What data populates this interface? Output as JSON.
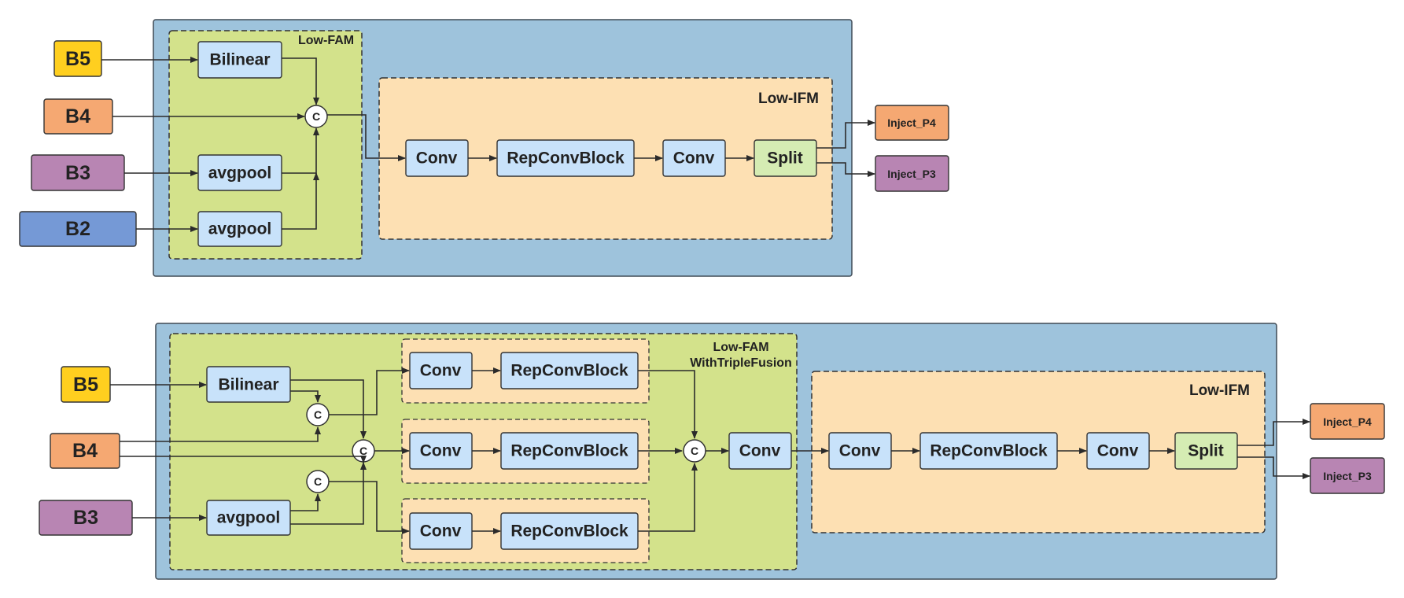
{
  "colors": {
    "b5": "#ffcf1f",
    "b4": "#f5a872",
    "b3": "#b885b3",
    "b2": "#7599d6",
    "inject_p4": "#f5a872",
    "inject_p3": "#b885b3"
  },
  "top": {
    "fam_label": "Low-FAM",
    "ifm_label": "Low-IFM",
    "inputs": {
      "b5": "B5",
      "b4": "B4",
      "b3": "B3",
      "b2": "B2"
    },
    "bilinear": "Bilinear",
    "avgpool_1": "avgpool",
    "avgpool_2": "avgpool",
    "concat": "C",
    "conv_1": "Conv",
    "repconv": "RepConvBlock",
    "conv_2": "Conv",
    "split": "Split",
    "outputs": {
      "p4": "Inject_P4",
      "p3": "Inject_P3"
    }
  },
  "bottom": {
    "fam_label_line1": "Low-FAM",
    "fam_label_line2": "WithTripleFusion",
    "ifm_label": "Low-IFM",
    "inputs": {
      "b5": "B5",
      "b4": "B4",
      "b3": "B3"
    },
    "bilinear": "Bilinear",
    "avgpool": "avgpool",
    "concat": "C",
    "branches": [
      {
        "conv": "Conv",
        "repconv": "RepConvBlock"
      },
      {
        "conv": "Conv",
        "repconv": "RepConvBlock"
      },
      {
        "conv": "Conv",
        "repconv": "RepConvBlock"
      }
    ],
    "fusion_conv": "Conv",
    "conv_1": "Conv",
    "repconv": "RepConvBlock",
    "conv_2": "Conv",
    "split": "Split",
    "outputs": {
      "p4": "Inject_P4",
      "p3": "Inject_P3"
    }
  }
}
